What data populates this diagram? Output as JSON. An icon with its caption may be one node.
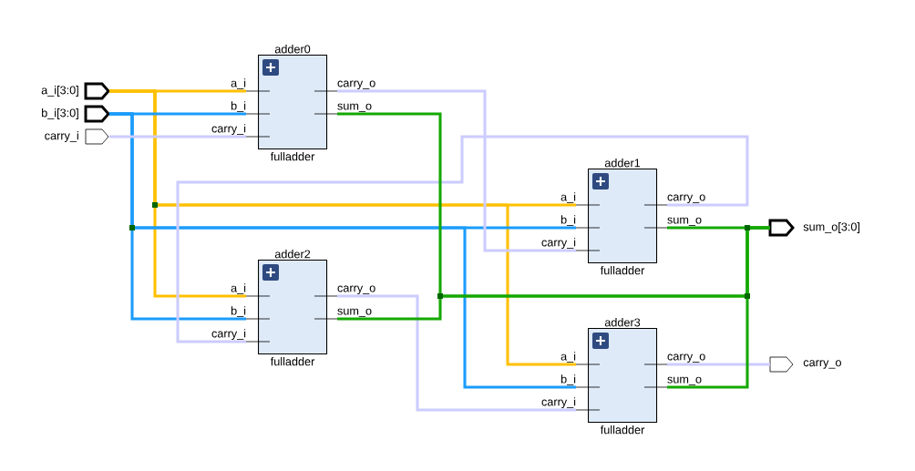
{
  "diagram": {
    "nodes": [
      {
        "text": [
          "a_i[3:0]"
        ]
      },
      {
        "text": [
          "b_i[3:0]"
        ]
      },
      {
        "text": [
          "carry_i"
        ]
      },
      {
        "text": [
          "adder0",
          "fulladder"
        ]
      },
      {
        "text": [
          "a_i"
        ]
      },
      {
        "text": [
          "b_i"
        ]
      },
      {
        "text": [
          "carry_i"
        ]
      },
      {
        "text": [
          "carry_o"
        ]
      },
      {
        "text": [
          "sum_o"
        ]
      },
      {
        "text": [
          "adder1",
          "fulladder"
        ]
      },
      {
        "text": [
          "a_i"
        ]
      },
      {
        "text": [
          "b_i"
        ]
      },
      {
        "text": [
          "carry_i"
        ]
      },
      {
        "text": [
          "carry_o"
        ]
      },
      {
        "text": [
          "sum_o"
        ]
      },
      {
        "text": [
          "adder2",
          "fulladder"
        ]
      },
      {
        "text": [
          "a_i"
        ]
      },
      {
        "text": [
          "b_i"
        ]
      },
      {
        "text": [
          "carry_i"
        ]
      },
      {
        "text": [
          "carry_o"
        ]
      },
      {
        "text": [
          "sum_o"
        ]
      },
      {
        "text": [
          "adder3",
          "fulladder"
        ]
      },
      {
        "text": [
          "a_i"
        ]
      },
      {
        "text": [
          "b_i"
        ]
      },
      {
        "text": [
          "carry_i"
        ]
      },
      {
        "text": [
          "carry_o"
        ]
      },
      {
        "text": [
          "sum_o"
        ]
      },
      {
        "text": [
          "sum_o[3:0]"
        ]
      },
      {
        "text": [
          "carry_o"
        ]
      }
    ],
    "edges": [
      {
        "from": 0,
        "to": 4,
        "arrow": "none",
        "color": "#ffc000"
      },
      {
        "from": 0,
        "to": 10,
        "arrow": "none",
        "color": "#ffc000"
      },
      {
        "from": 0,
        "to": 16,
        "arrow": "none",
        "color": "#ffc000"
      },
      {
        "from": 0,
        "to": 22,
        "arrow": "none",
        "color": "#ffc000"
      },
      {
        "from": 1,
        "to": 5,
        "arrow": "none",
        "color": "#1b9cfc"
      },
      {
        "from": 1,
        "to": 11,
        "arrow": "none",
        "color": "#1b9cfc"
      },
      {
        "from": 1,
        "to": 17,
        "arrow": "none",
        "color": "#1b9cfc"
      },
      {
        "from": 1,
        "to": 23,
        "arrow": "none",
        "color": "#1b9cfc"
      },
      {
        "from": 2,
        "to": 6,
        "arrow": "none"
      },
      {
        "from": 7,
        "to": 12,
        "arrow": "none"
      },
      {
        "from": 13,
        "to": 18,
        "arrow": "none"
      },
      {
        "from": 19,
        "to": 24,
        "arrow": "none"
      },
      {
        "from": 25,
        "to": 28,
        "arrow": "none"
      },
      {
        "from": 8,
        "to": 27,
        "arrow": "none",
        "color": "#14a800"
      },
      {
        "from": 14,
        "to": 27,
        "arrow": "none",
        "color": "#14a800"
      },
      {
        "from": 20,
        "to": 27,
        "arrow": "none",
        "color": "#14a800"
      },
      {
        "from": 26,
        "to": 27,
        "arrow": "none",
        "color": "#14a800"
      }
    ]
  }
}
